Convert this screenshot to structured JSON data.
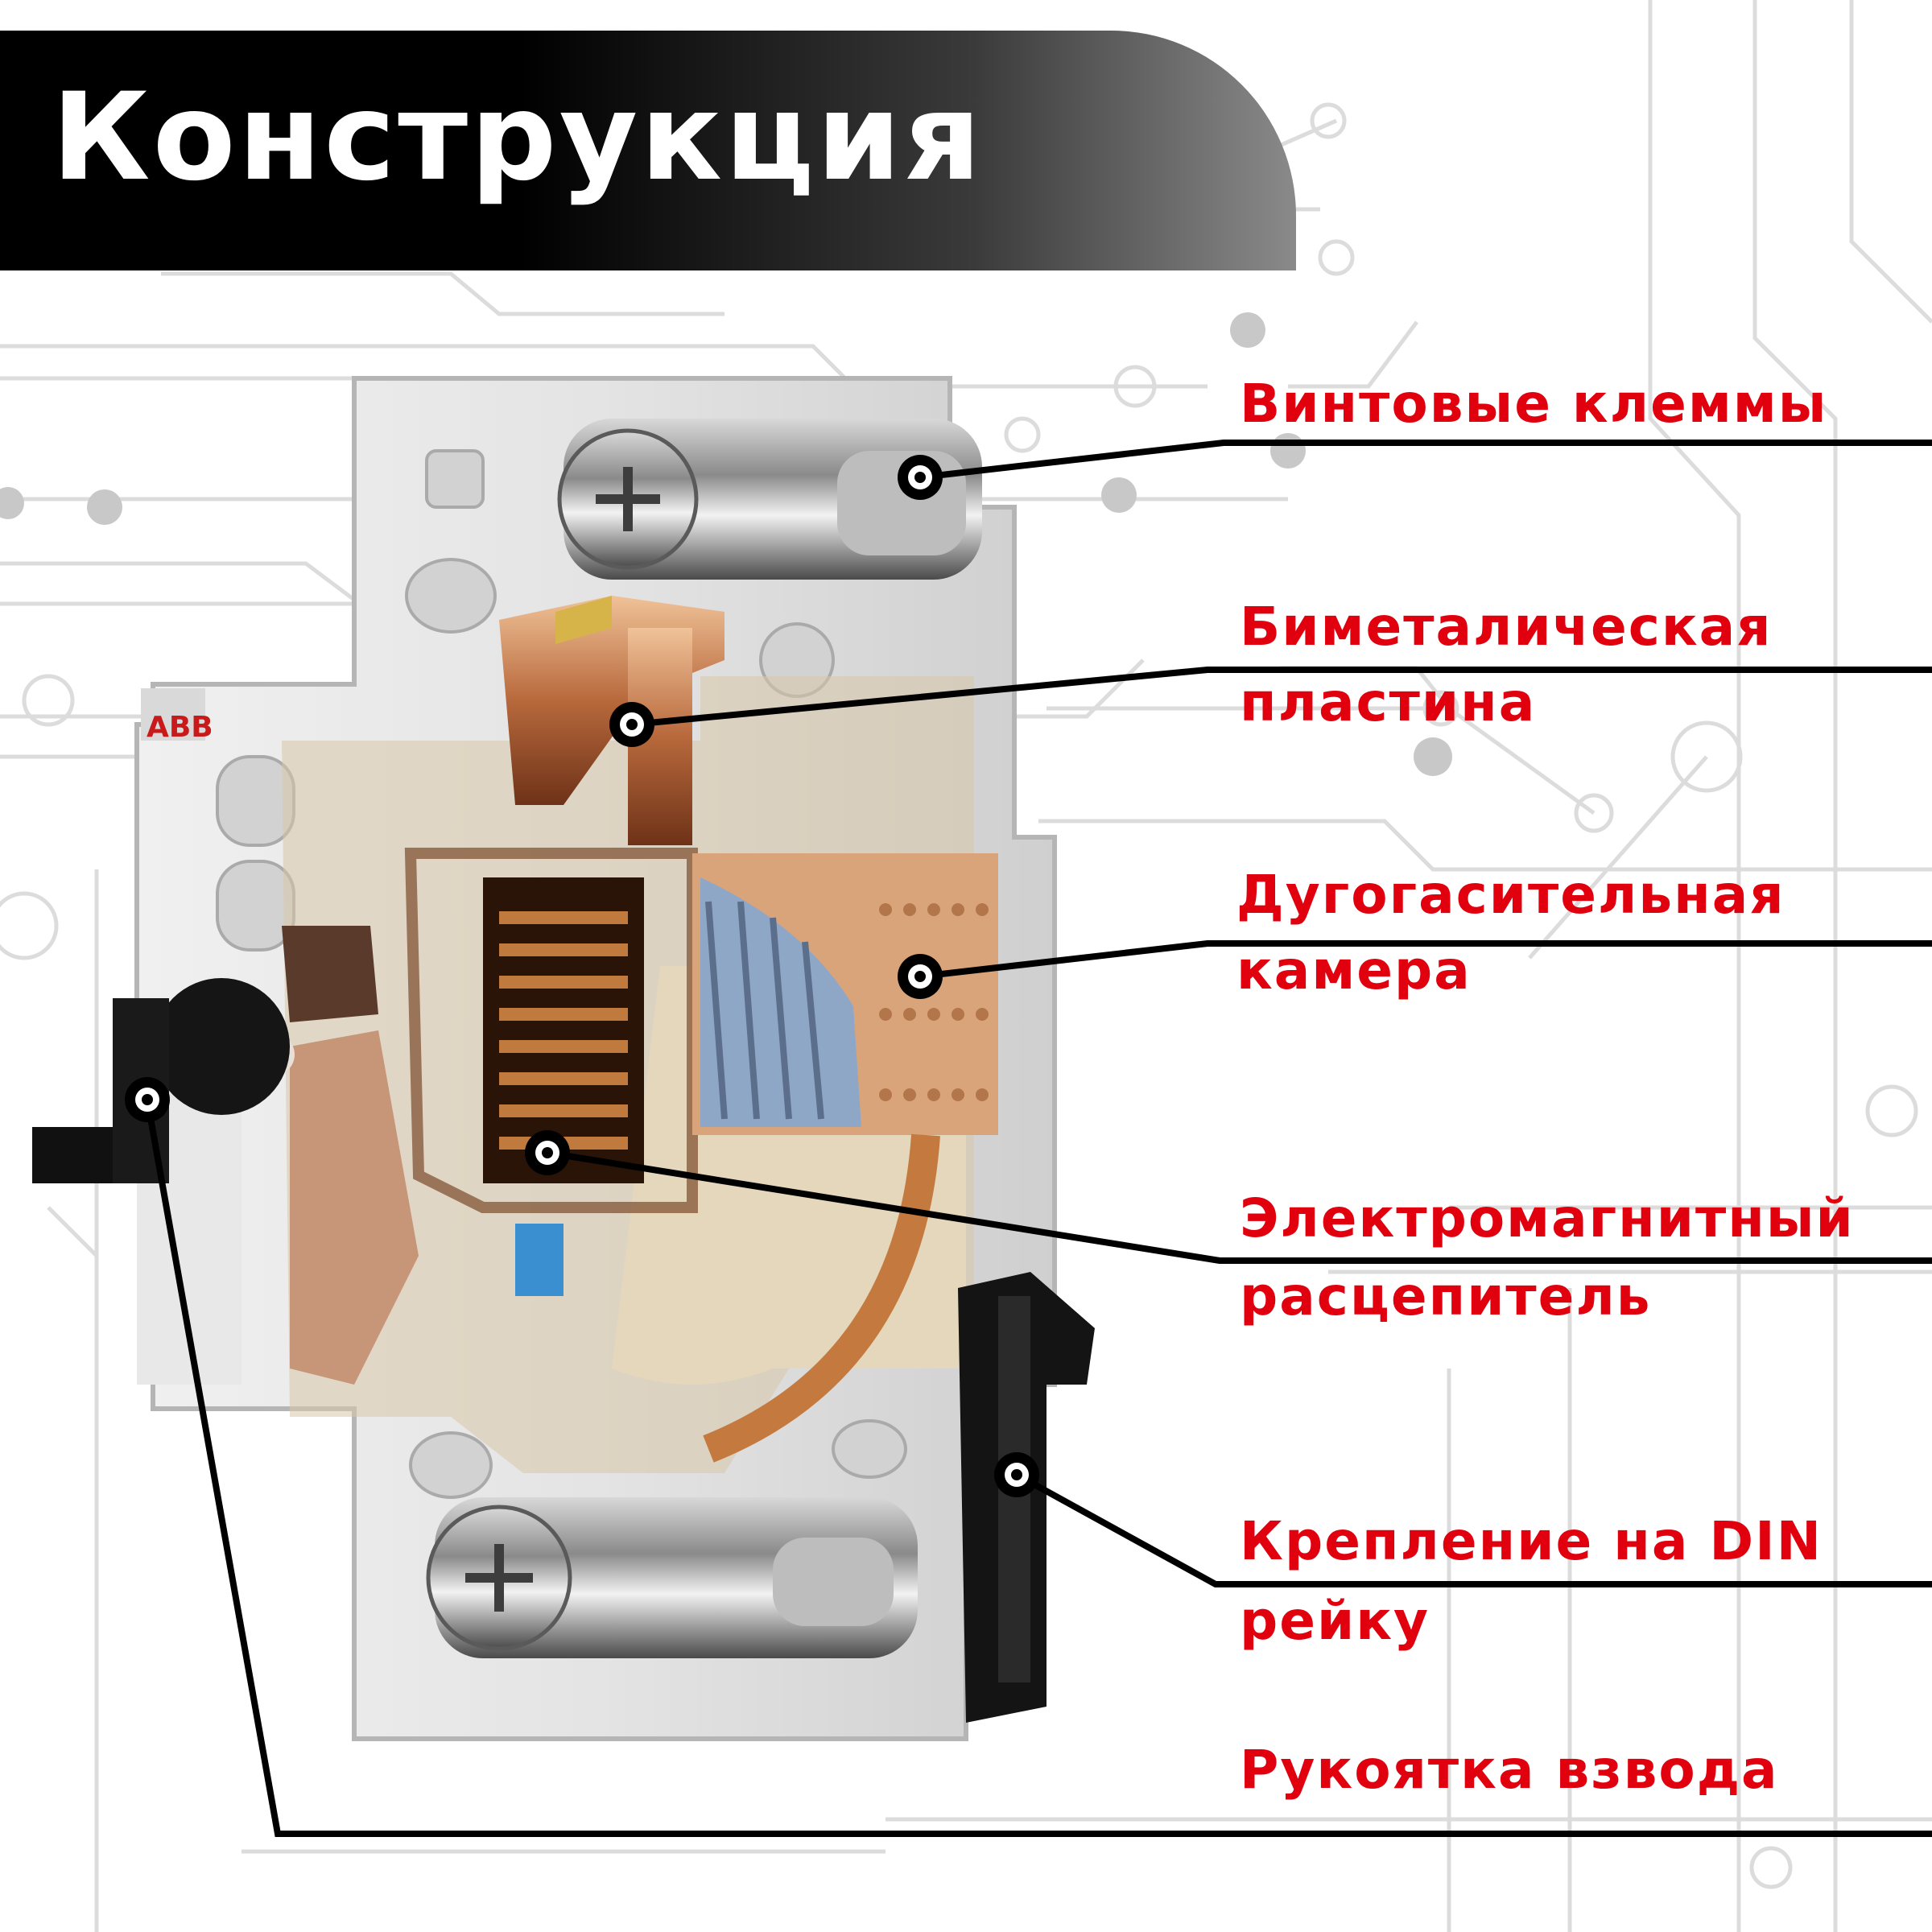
{
  "title": "Конструкция",
  "brand_logo": "ABB",
  "colors": {
    "label_red": "#e0000e",
    "banner": "#000000",
    "leader_line": "#000000"
  },
  "labels": {
    "screw_terminals": "Винтовые клеммы",
    "bimetal_line1": "Биметалическая",
    "bimetal_line2": "пластина",
    "arc_line1": "Дугогасительная",
    "arc_line2": "камера",
    "em_line1": "Электромагнитный",
    "em_line2": "расцепитель",
    "din_line1": "Крепление на DIN",
    "din_line2": "рейку",
    "handle": "Рукоятка взвода"
  }
}
